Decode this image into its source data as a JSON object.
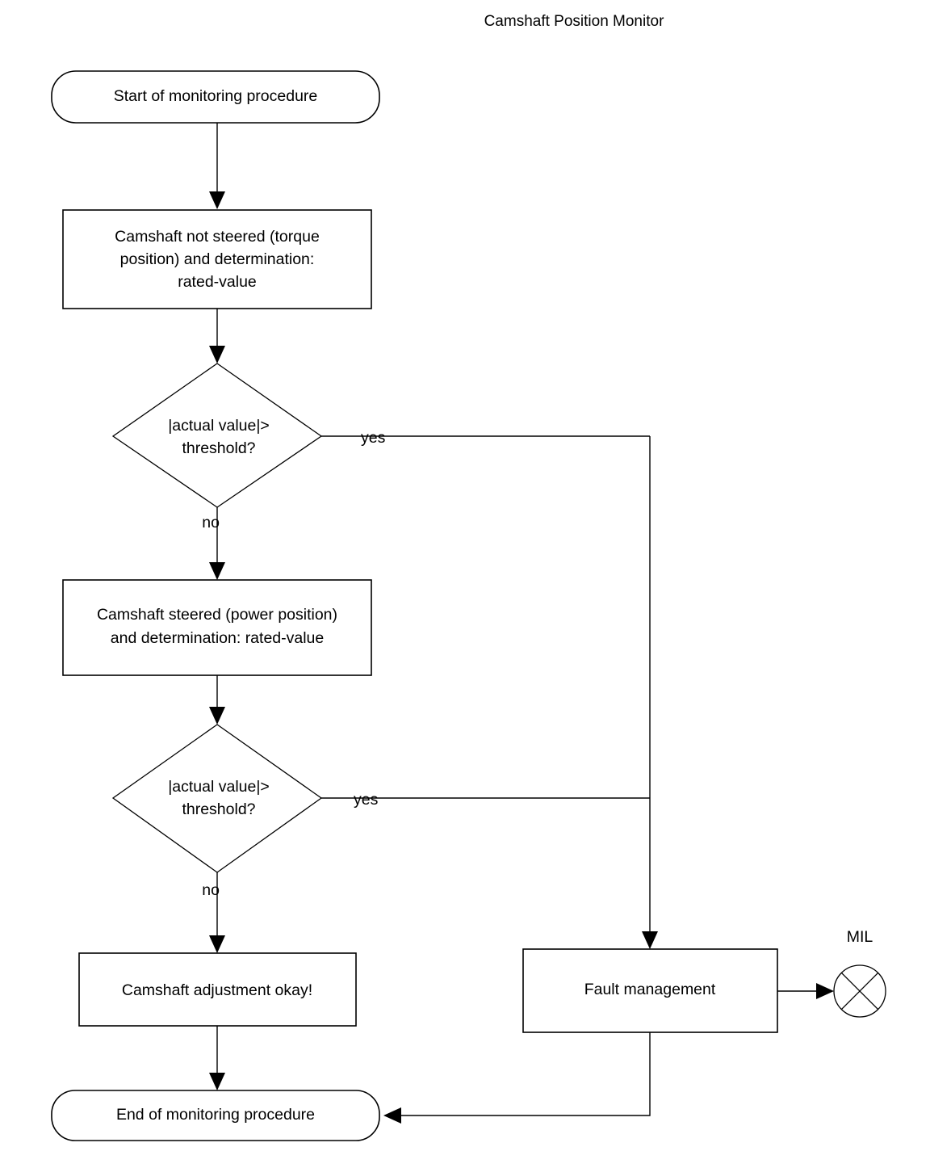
{
  "diagram": {
    "title": "Camshaft Position Monitor",
    "type": "flowchart",
    "background_color": "#ffffff",
    "line_color": "#000000",
    "text_color": "#000000"
  },
  "nodes": {
    "start": {
      "label": "Start of monitoring procedure",
      "shape": "stadium"
    },
    "process_torque": {
      "line1": "Camshaft not steered (torque",
      "line2": "position) and determination:",
      "line3": "rated-value",
      "shape": "rectangle"
    },
    "decision_one": {
      "line1": "|actual value|>",
      "line2": "threshold?",
      "shape": "diamond"
    },
    "process_power": {
      "line1": "Camshaft steered (power position)",
      "line2": "and determination: rated-value",
      "shape": "rectangle"
    },
    "decision_two": {
      "line1": "|actual value|>",
      "line2": "threshold?",
      "shape": "diamond"
    },
    "okay": {
      "label": "Camshaft adjustment okay!",
      "shape": "rectangle"
    },
    "fault": {
      "label": "Fault management",
      "shape": "rectangle"
    },
    "mil": {
      "label": "MIL",
      "shape": "lamp-circle-cross"
    },
    "end": {
      "label": "End of monitoring procedure",
      "shape": "stadium"
    }
  },
  "edges": {
    "decision_one_yes": "yes",
    "decision_one_no": "no",
    "decision_two_yes": "yes",
    "decision_two_no": "no"
  }
}
